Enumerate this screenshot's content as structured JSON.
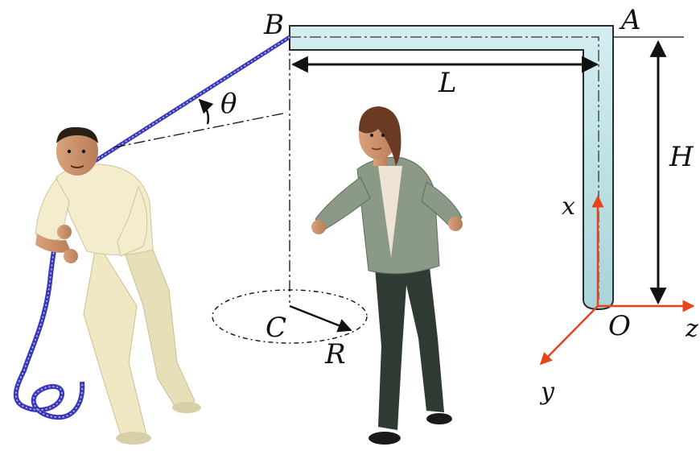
{
  "labels": {
    "A": "A",
    "B": "B",
    "C": "C",
    "O": "O",
    "L": "L",
    "H": "H",
    "R": "R",
    "theta": "θ",
    "x": "x",
    "y": "y",
    "z": "z"
  },
  "colors": {
    "pipe_fill": "#b8dfe3",
    "pipe_stroke": "#2a2a2a",
    "rope": "#3a3ab8",
    "axis": "#e8431a",
    "guide": "#111111",
    "man_clothes": "#f1ebc9",
    "woman_jacket": "#8a9a86",
    "woman_pants": "#2f3a32"
  },
  "figures": {
    "man": "man-pulling-rope",
    "woman": "woman-walking"
  }
}
